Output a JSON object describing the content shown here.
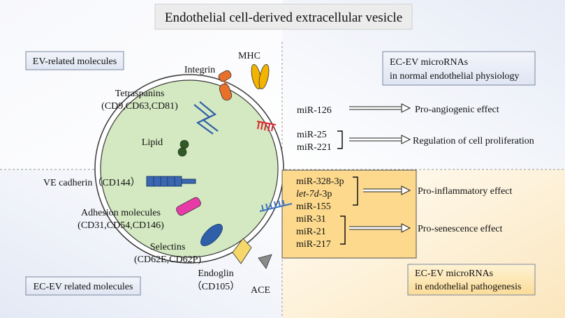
{
  "title": "Endothelial cell-derived extracellular vesicle",
  "boxes": {
    "ev_related": "EV-related molecules",
    "normal_line1": "EC-EV microRNAs",
    "normal_line2": "in normal endothelial physiology",
    "ecev_related": "EC-EV related molecules",
    "patho_line1": "EC-EV microRNAs",
    "patho_line2": "in endothelial pathogenesis"
  },
  "molecules": {
    "integrin": "Integrin",
    "mhc": "MHC",
    "tetraspanins_line1": "Tetraspanins",
    "tetraspanins_line2": "(CD9,CD63,CD81)",
    "lipid": "Lipid",
    "ve_cadherin": "VE cadherin（CD144）",
    "adhesion_line1": "Adhesion molecules",
    "adhesion_line2": "(CD31,CD54,CD146)",
    "selectins_line1": "Selectins",
    "selectins_line2": "(CD62E,CD62P)",
    "endoglin_line1": "Endoglin",
    "endoglin_line2": "（CD105）",
    "ace": "ACE"
  },
  "mirnas": {
    "mir126": "miR-126",
    "mir25": "miR-25",
    "mir221": "miR-221",
    "mir328": "miR-328-3p",
    "let7d_italic": "let-7d",
    "let7d_suffix": "-3p",
    "mir155": "miR-155",
    "mir31": "miR-31",
    "mir21": "miR-21",
    "mir217": "miR-217"
  },
  "effects": {
    "angiogenic": "Pro-angiogenic effect",
    "proliferation": "Regulation of cell proliferation",
    "inflammatory": "Pro-inflammatory effect",
    "senescence": "Pro-senescence effect"
  },
  "colors": {
    "quadrant_blue": "#eef1f8",
    "quadrant_yellow": "#fcf1dc",
    "vesicle_fill": "#d8ebc8",
    "vesicle_rim": "#a8c98f",
    "mirna_box": "#fcd98c",
    "integrin": "#e8702a",
    "mhc": "#f2b400",
    "tetraspanin": "#2e5fa8",
    "lipid": "#2f5a24",
    "ve_cadherin": "#3a67b0",
    "adhesion": "#e83aa6",
    "selectin": "#2e5fa8",
    "endoglin": "#f5d76a",
    "ace": "#8a8a8a",
    "rna_red": "#d8262b",
    "rna_blue": "#3a72c2"
  }
}
